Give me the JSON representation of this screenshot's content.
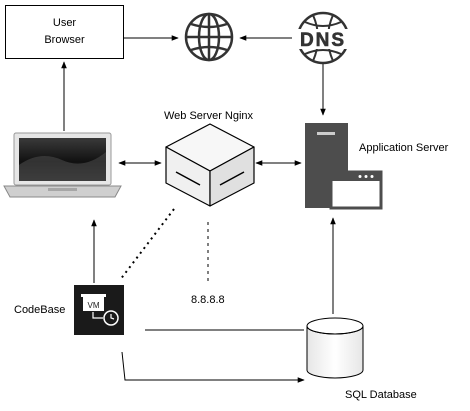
{
  "nodes": {
    "user_browser": {
      "line1": "User",
      "line2": "Browser"
    },
    "web_server": {
      "label": "Web Server Nginx"
    },
    "app_server": {
      "label": "Application Server"
    },
    "codebase": {
      "label": "CodeBase",
      "vm_text": "VM"
    },
    "ip_note": {
      "label": "8.8.8.8"
    },
    "sql_db": {
      "label": "SQL Database"
    },
    "dns": {
      "text": "DNS"
    }
  },
  "icons": [
    "globe-icon",
    "dns-icon",
    "laptop-icon",
    "server-box-icon",
    "server-tower-icon",
    "vm-icon",
    "database-icon"
  ],
  "colors": {
    "stroke": "#000000",
    "dark": "#1a1a1a",
    "gray": "#4d4d4d"
  }
}
